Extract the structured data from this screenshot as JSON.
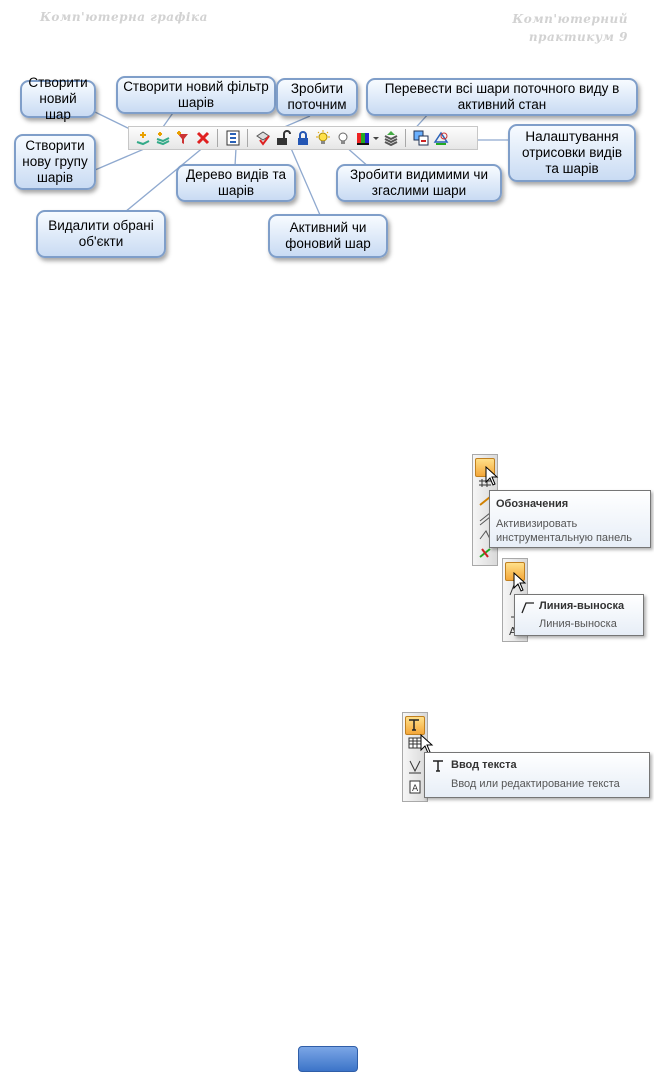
{
  "header": {
    "left": "Комп'ютерна графіка",
    "right_line1": "Комп'ютерний",
    "right_line2": "практикум 9"
  },
  "callouts": {
    "new_layer": "Створити новий шар",
    "new_filter": "Створити новий фільтр шарів",
    "make_current": "Зробити поточним",
    "transfer_layers": "Перевести всі шари поточного виду в активний стан",
    "new_group": "Створити нову групу шарів",
    "render_settings": "Налаштування отрисовки видів та шарів",
    "tree": "Дерево видів та шарів",
    "visible_hidden": "Зробити видимими чи згаслими шари",
    "delete": "Видалити обрані об'єкти",
    "active_bg": "Активний чи фоновий шар"
  },
  "tooltips": {
    "designations": {
      "title": "Обозначения",
      "line1": "Активизировать",
      "line2": "инструментальную панель"
    },
    "leader": {
      "title": "Линия-выноска",
      "desc": "Линия-выноска"
    },
    "text_input": {
      "title": "Ввод текста",
      "desc": "Ввод или редактирование текста"
    }
  },
  "colors": {
    "callout_border": "#7f9ec9",
    "highlight": "#f4a73a",
    "page_button": "#3c74c8"
  }
}
